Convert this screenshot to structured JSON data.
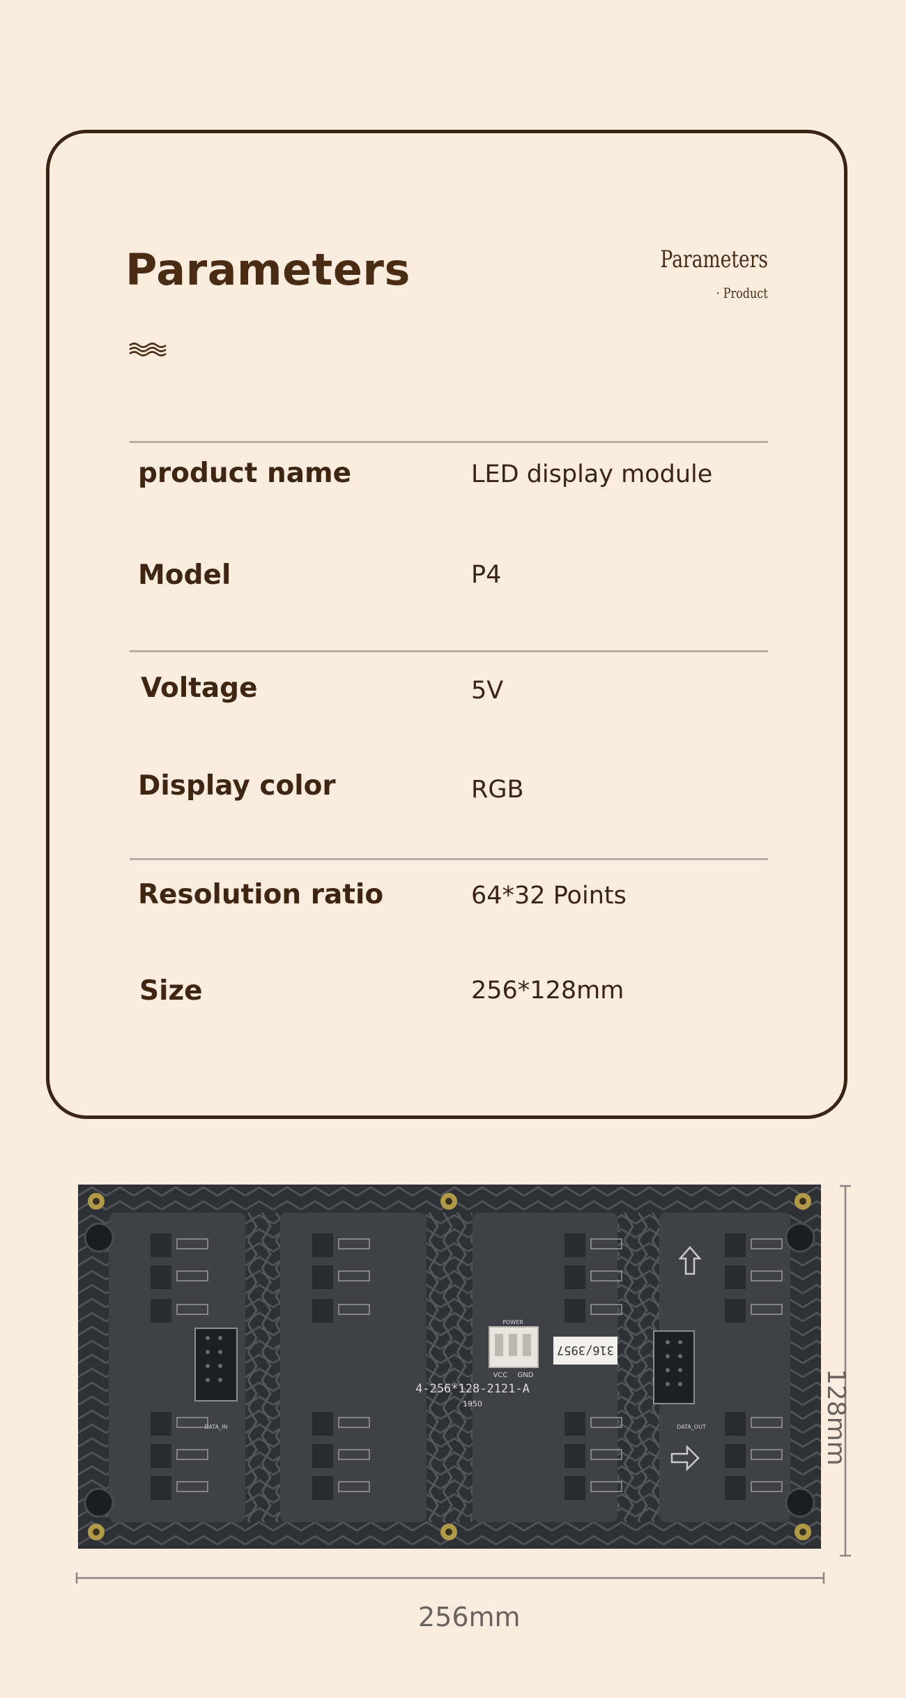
{
  "header": {
    "title": "Parameters",
    "brand_title": "Parameters",
    "brand_sub": "· Product"
  },
  "specs": [
    {
      "label": "product name",
      "value": "LED display module"
    },
    {
      "label": "Model",
      "value": "P4"
    },
    {
      "label": "Voltage",
      "value": "5V"
    },
    {
      "label": "Display color",
      "value": "RGB"
    },
    {
      "label": "Resolution ratio",
      "value": "64*32 Points"
    },
    {
      "label": "Size",
      "value": "256*128mm"
    }
  ],
  "product_image": {
    "height_label": "128mm",
    "width_label": "256mm",
    "sticker": "316/3957",
    "board_code": "4-256*128-2121-A",
    "power_label": "POWER",
    "vcc_label": "VCC",
    "gnd_label": "GND",
    "date_code": "1950",
    "data_in_label": "DATA_IN",
    "data_out_label": "DATA_OUT"
  },
  "colors": {
    "background": "#fbece0",
    "text_dark": "#3a2414",
    "divider": "#b8aea5",
    "panel": "#3c3d42"
  }
}
